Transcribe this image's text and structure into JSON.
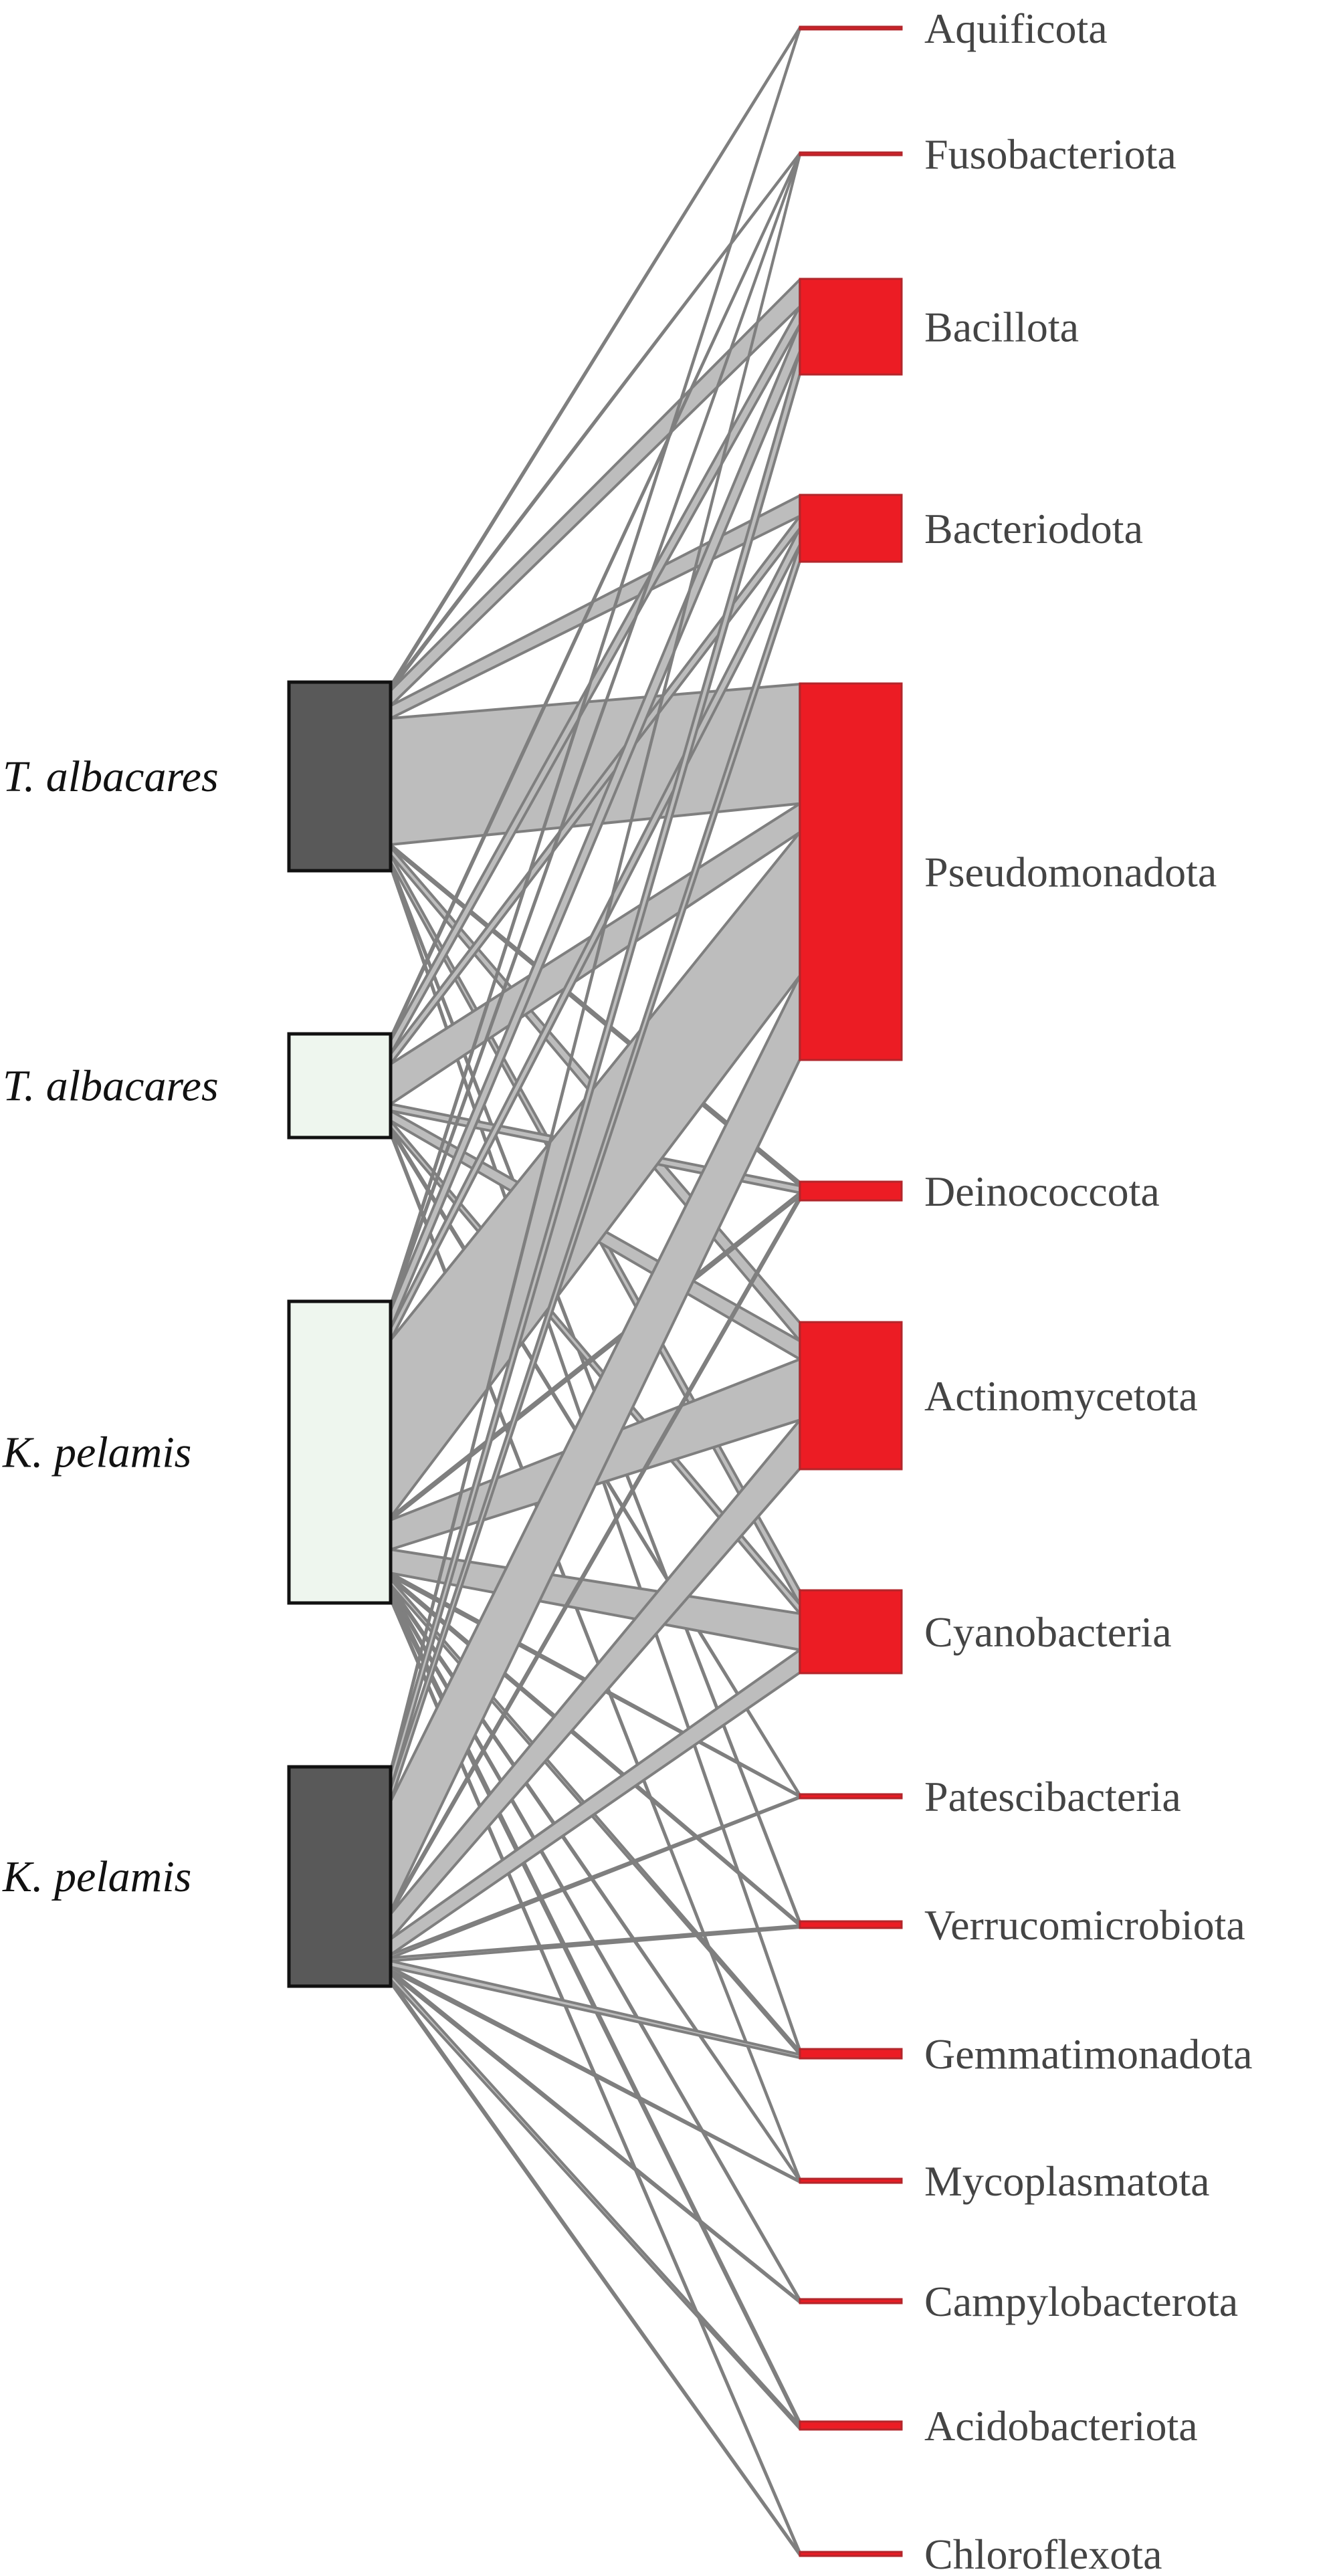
{
  "colors": {
    "link": "#bdbdbd",
    "link_edge": "#7f7f7f",
    "right_node": "#ec1c24",
    "right_edge": "#b3262b",
    "left_dark": "#595959",
    "left_light": "#eef6ee",
    "left_edge": "#111111",
    "label": "#444444"
  },
  "left_nodes": [
    {
      "label": "T. albacares",
      "shade": "dark"
    },
    {
      "label": "T. albacares",
      "shade": "light"
    },
    {
      "label": "K. pelamis",
      "shade": "light"
    },
    {
      "label": "K. pelamis",
      "shade": "dark"
    }
  ],
  "right_nodes": [
    {
      "label": "Aquificota"
    },
    {
      "label": "Fusobacteriota"
    },
    {
      "label": "Bacillota"
    },
    {
      "label": "Bacteriodota"
    },
    {
      "label": "Pseudomonadota"
    },
    {
      "label": "Deinococcota"
    },
    {
      "label": "Actinomycetota"
    },
    {
      "label": "Cyanobacteria"
    },
    {
      "label": "Patescibacteria"
    },
    {
      "label": "Verrucomicrobiota"
    },
    {
      "label": "Gemmatimonadota"
    },
    {
      "label": "Mycoplasmatota"
    },
    {
      "label": "Campylobacterota"
    },
    {
      "label": "Acidobacteriota"
    },
    {
      "label": "Chloroflexota"
    }
  ]
}
